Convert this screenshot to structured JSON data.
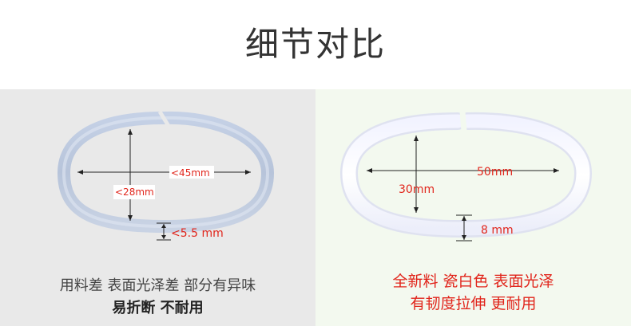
{
  "header": {
    "title": "细节对比"
  },
  "left_panel": {
    "measure_width": "<45mm",
    "measure_height": "<28mm",
    "measure_thickness": "<5.5 mm",
    "caption_line1": "用料差 表面光泽差 部分有异味",
    "caption_line2": "易折断  不耐用"
  },
  "right_panel": {
    "measure_width": "50mm",
    "measure_height": "30mm",
    "measure_thickness": "8 mm",
    "caption_line1": "全新料 瓷白色 表面光泽",
    "caption_line2": "有韧度拉伸 更耐用"
  },
  "colors": {
    "accent_red": "#e1251b",
    "title_gray": "#333333"
  }
}
